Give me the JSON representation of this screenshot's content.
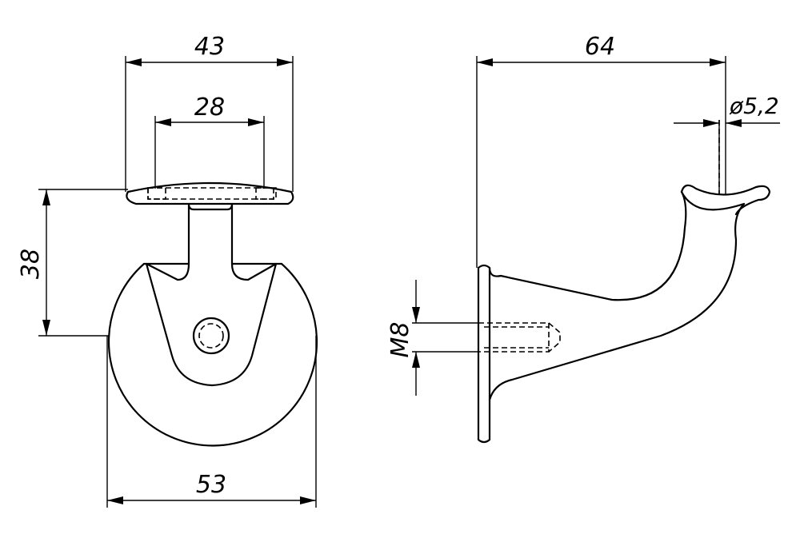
{
  "drawing": {
    "front_view": {
      "width_top": "43",
      "width_inner": "28",
      "height": "38",
      "diameter_base": "53"
    },
    "side_view": {
      "depth": "64",
      "pin_diameter": "ø5,2",
      "thread": "M8"
    }
  }
}
